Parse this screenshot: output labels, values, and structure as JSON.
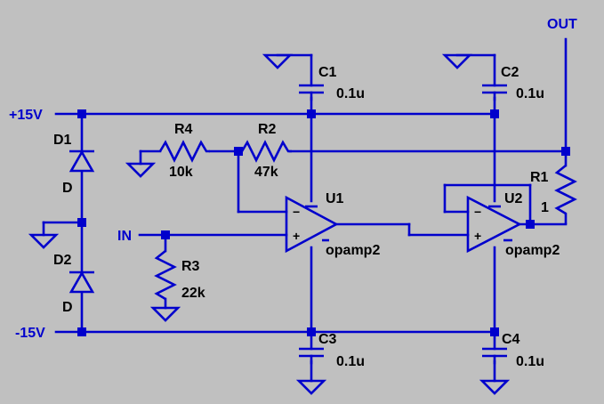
{
  "colors": {
    "background": "#c0c0c0",
    "wire": "#0000cc",
    "label": "#000000",
    "net_label": "#0000cc"
  },
  "nets": {
    "pos": "+15V",
    "neg": "-15V",
    "input": "IN",
    "output": "OUT"
  },
  "parts": {
    "c1": {
      "ref": "C1",
      "value": "0.1u"
    },
    "c2": {
      "ref": "C2",
      "value": "0.1u"
    },
    "c3": {
      "ref": "C3",
      "value": "0.1u"
    },
    "c4": {
      "ref": "C4",
      "value": "0.1u"
    },
    "r1": {
      "ref": "R1",
      "value": "1"
    },
    "r2": {
      "ref": "R2",
      "value": "47k"
    },
    "r3": {
      "ref": "R3",
      "value": "22k"
    },
    "r4": {
      "ref": "R4",
      "value": "10k"
    },
    "d1": {
      "ref": "D1",
      "value": "D"
    },
    "d2": {
      "ref": "D2",
      "value": "D"
    },
    "u1": {
      "ref": "U1",
      "value": "opamp2"
    },
    "u2": {
      "ref": "U2",
      "value": "opamp2"
    }
  },
  "pin_marks": {
    "plus": "+",
    "minus": "−"
  }
}
